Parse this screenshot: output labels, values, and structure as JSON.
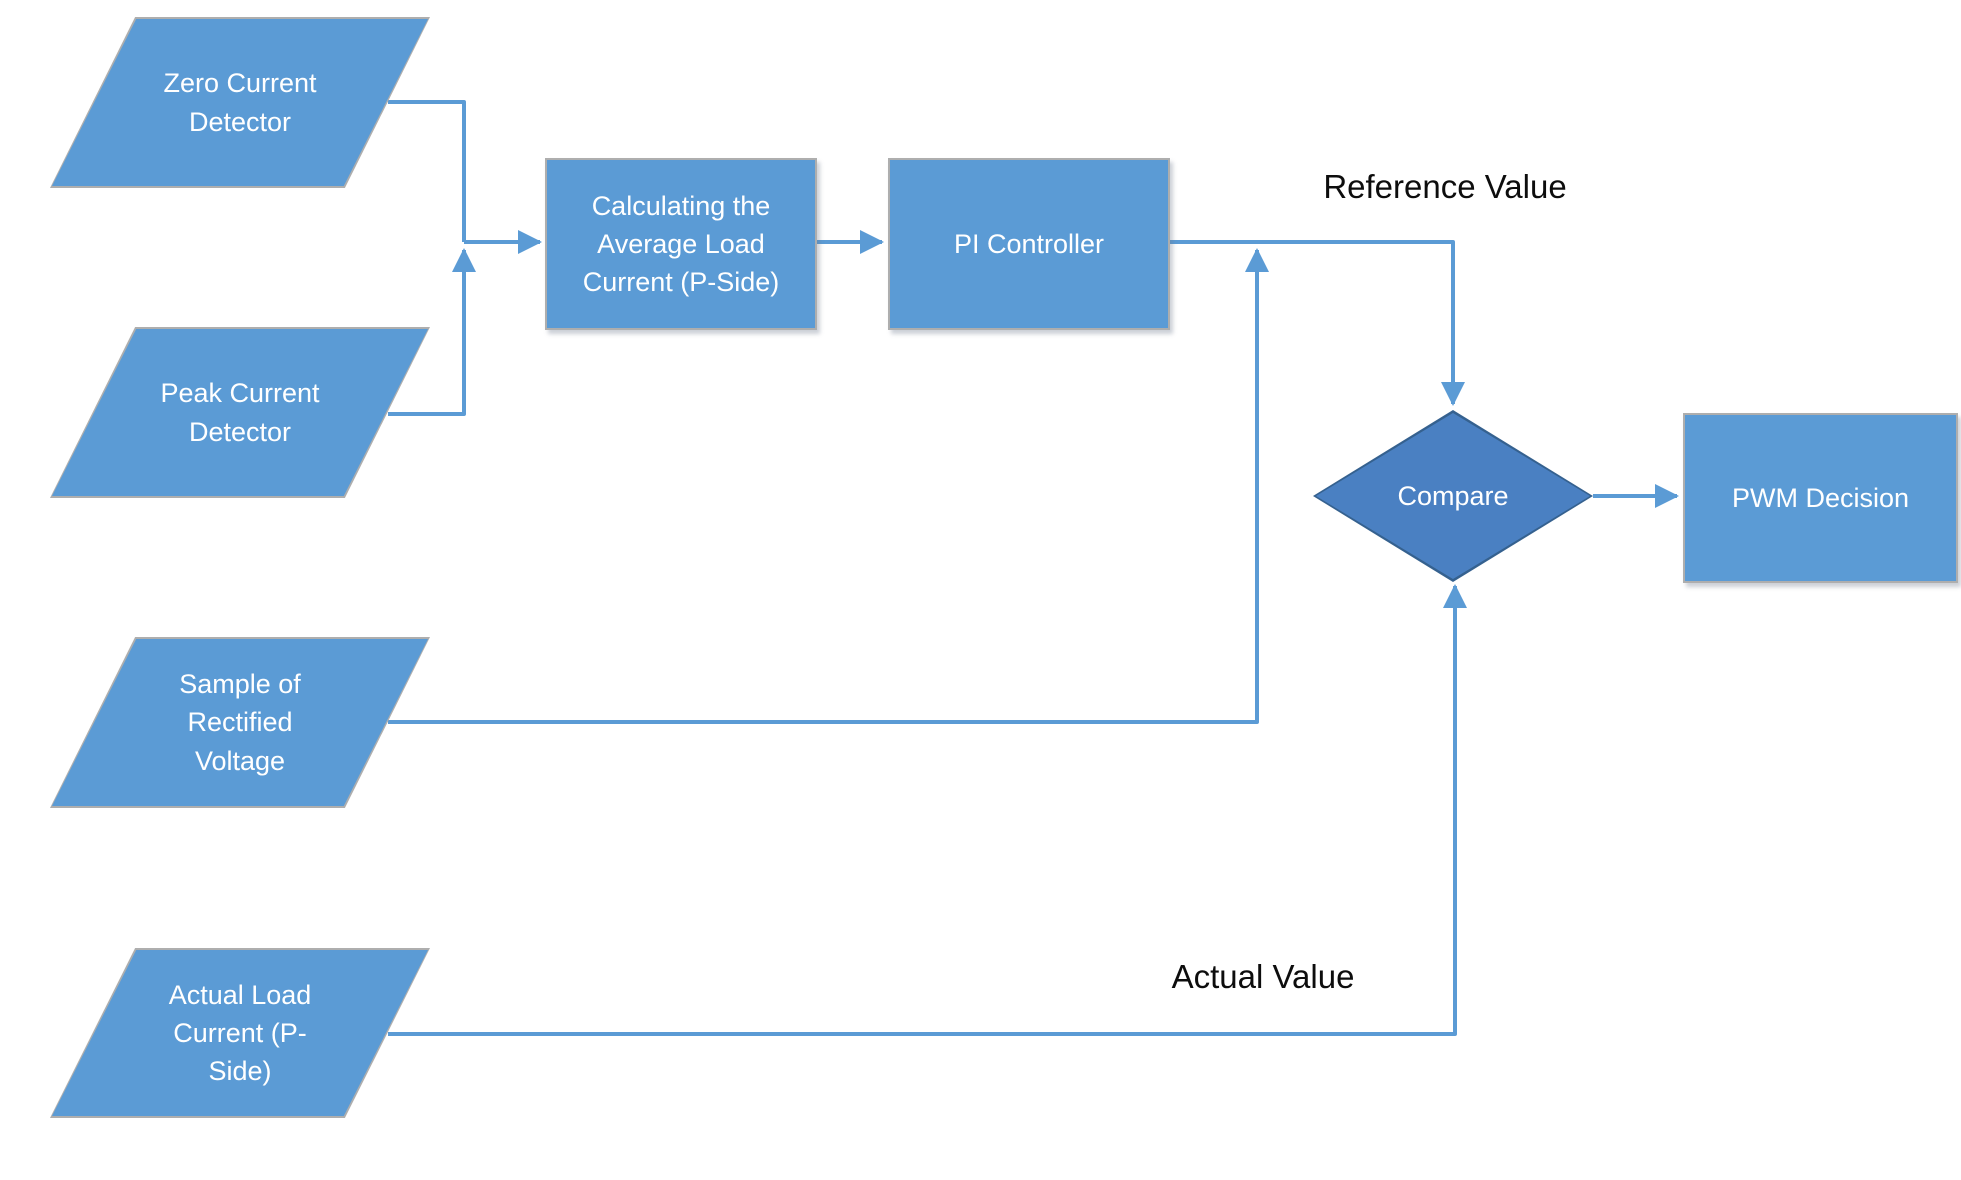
{
  "colors": {
    "background": "#ffffff",
    "node_fill": "#5b9bd5",
    "node_border": "#aeaeae",
    "node_text": "#ffffff",
    "diamond_fill": "#4a80c2",
    "diamond_border": "#35618f",
    "connector": "#5b9bd5",
    "annotation_text": "#0d0d0d"
  },
  "nodes": {
    "zero_current_detector": {
      "shape": "parallelogram",
      "label": "Zero Current\nDetector"
    },
    "peak_current_detector": {
      "shape": "parallelogram",
      "label": "Peak Current\nDetector"
    },
    "sample_rectified_voltage": {
      "shape": "parallelogram",
      "label": "Sample of\nRectified\nVoltage"
    },
    "actual_load_current": {
      "shape": "parallelogram",
      "label": "Actual Load\nCurrent (P-\nSide)"
    },
    "calc_avg_load_current": {
      "shape": "rectangle",
      "label": "Calculating the\nAverage Load\nCurrent (P-Side)"
    },
    "pi_controller": {
      "shape": "rectangle",
      "label": "PI Controller"
    },
    "compare": {
      "shape": "diamond",
      "label": "Compare"
    },
    "pwm_decision": {
      "shape": "rectangle",
      "label": "PWM Decision"
    }
  },
  "annotations": {
    "reference_value": "Reference Value",
    "actual_value": "Actual Value"
  },
  "connections": [
    {
      "from": "zero_current_detector",
      "to": "calc_avg_load_current",
      "arrow": true
    },
    {
      "from": "peak_current_detector",
      "to": "calc_avg_load_current",
      "arrow": true
    },
    {
      "from": "calc_avg_load_current",
      "to": "pi_controller",
      "arrow": true
    },
    {
      "from": "pi_controller",
      "to": "compare",
      "arrow": true,
      "label": "Reference Value"
    },
    {
      "from": "sample_rectified_voltage",
      "to": "pi_controller",
      "arrow": true
    },
    {
      "from": "actual_load_current",
      "to": "compare",
      "arrow": true,
      "label": "Actual Value"
    },
    {
      "from": "compare",
      "to": "pwm_decision",
      "arrow": true
    }
  ]
}
